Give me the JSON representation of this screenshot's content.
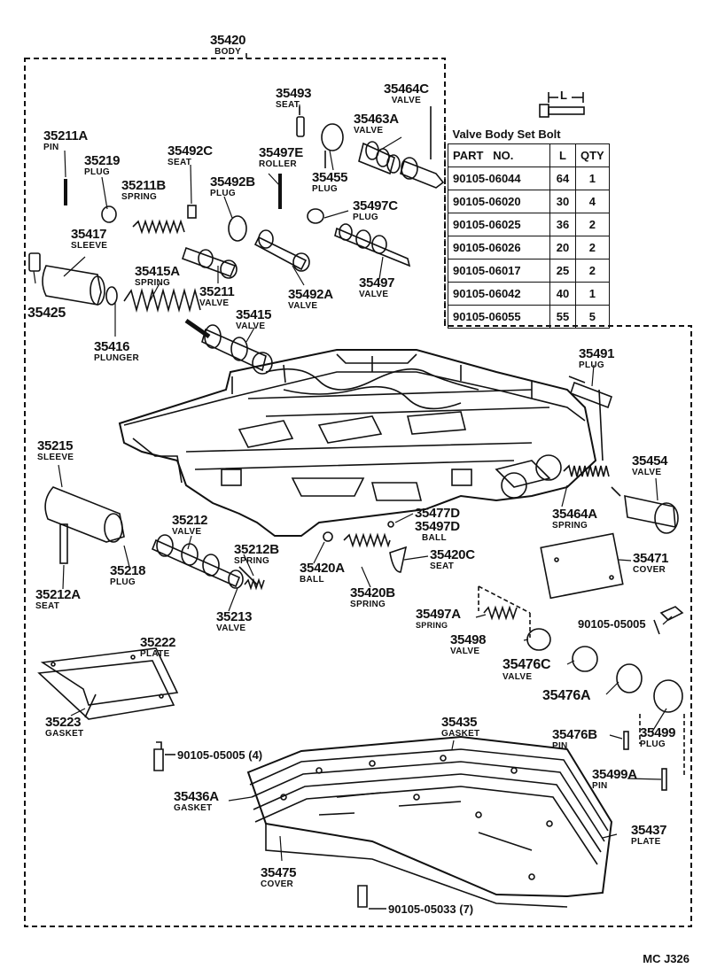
{
  "top_assembly": {
    "number": "35420",
    "name": "BODY"
  },
  "bolt_table": {
    "title": "Valve Body Set Bolt",
    "dimension_label": "L",
    "headers": {
      "part": "PART",
      "no": "NO.",
      "l": "L",
      "qty": "QTY"
    },
    "rows": [
      {
        "part": "90105-06044",
        "l": "64",
        "qty": "1"
      },
      {
        "part": "90105-06020",
        "l": "30",
        "qty": "4"
      },
      {
        "part": "90105-06025",
        "l": "36",
        "qty": "2"
      },
      {
        "part": "90105-06026",
        "l": "20",
        "qty": "2"
      },
      {
        "part": "90105-06017",
        "l": "25",
        "qty": "2"
      },
      {
        "part": "90105-06042",
        "l": "40",
        "qty": "1"
      },
      {
        "part": "90105-06055",
        "l": "55",
        "qty": "5"
      }
    ]
  },
  "parts": {
    "p35493": {
      "number": "35493",
      "name": "SEAT"
    },
    "p35464C": {
      "number": "35464C",
      "name": "VALVE"
    },
    "p35463A": {
      "number": "35463A",
      "name": "VALVE"
    },
    "p35211A": {
      "number": "35211A",
      "name": "PIN"
    },
    "p35492C": {
      "number": "35492C",
      "name": "SEAT"
    },
    "p35497E": {
      "number": "35497E",
      "name": "ROLLER"
    },
    "p35219": {
      "number": "35219",
      "name": "PLUG"
    },
    "p35455": {
      "number": "35455",
      "name": "PLUG"
    },
    "p35211B": {
      "number": "35211B",
      "name": "SPRING"
    },
    "p35492B": {
      "number": "35492B",
      "name": "PLUG"
    },
    "p35497C": {
      "number": "35497C",
      "name": "PLUG"
    },
    "p35417": {
      "number": "35417",
      "name": "SLEEVE"
    },
    "p35415A": {
      "number": "35415A",
      "name": "SPRING"
    },
    "p35211": {
      "number": "35211",
      "name": "VALVE"
    },
    "p35492A": {
      "number": "35492A",
      "name": "VALVE"
    },
    "p35497": {
      "number": "35497",
      "name": "VALVE"
    },
    "p35425": {
      "number": "35425",
      "name": ""
    },
    "p35415": {
      "number": "35415",
      "name": "VALVE"
    },
    "p35416": {
      "number": "35416",
      "name": "PLUNGER"
    },
    "p35491": {
      "number": "35491",
      "name": "PLUG"
    },
    "p35215": {
      "number": "35215",
      "name": "SLEEVE"
    },
    "p35454": {
      "number": "35454",
      "name": "VALVE"
    },
    "p35464A": {
      "number": "35464A",
      "name": "SPRING"
    },
    "p35477D": {
      "number": "35477D",
      "name": ""
    },
    "p35497D": {
      "number": "35497D",
      "name": "BALL"
    },
    "p35212": {
      "number": "35212",
      "name": "VALVE"
    },
    "p35212B": {
      "number": "35212B",
      "name": "SPRING"
    },
    "p35218": {
      "number": "35218",
      "name": "PLUG"
    },
    "p35420A": {
      "number": "35420A",
      "name": "BALL"
    },
    "p35420C": {
      "number": "35420C",
      "name": "SEAT"
    },
    "p35471": {
      "number": "35471",
      "name": "COVER"
    },
    "p35212A": {
      "number": "35212A",
      "name": "SEAT"
    },
    "p35420B": {
      "number": "35420B",
      "name": "SPRING"
    },
    "p35213": {
      "number": "35213",
      "name": "VALVE"
    },
    "p35497A": {
      "number": "35497A",
      "name": "SPRING"
    },
    "p35498": {
      "number": "35498",
      "name": "VALVE"
    },
    "p35476C": {
      "number": "35476C",
      "name": "VALVE"
    },
    "p35222": {
      "number": "35222",
      "name": "PLATE"
    },
    "p35476A": {
      "number": "35476A",
      "name": ""
    },
    "p35223": {
      "number": "35223",
      "name": "GASKET"
    },
    "p35435": {
      "number": "35435",
      "name": "GASKET"
    },
    "p35476B": {
      "number": "35476B",
      "name": "PIN"
    },
    "p35499": {
      "number": "35499",
      "name": "PLUG"
    },
    "p35499A": {
      "number": "35499A",
      "name": "PIN"
    },
    "p35436A": {
      "number": "35436A",
      "name": "GASKET"
    },
    "p35437": {
      "number": "35437",
      "name": "PLATE"
    },
    "p35475": {
      "number": "35475",
      "name": "COVER"
    }
  },
  "bolts": {
    "b1": "90105-05005",
    "b2": "90105-05005 (4)",
    "b3": "90105-05033 (7)"
  },
  "diagram_code": "MC J326"
}
